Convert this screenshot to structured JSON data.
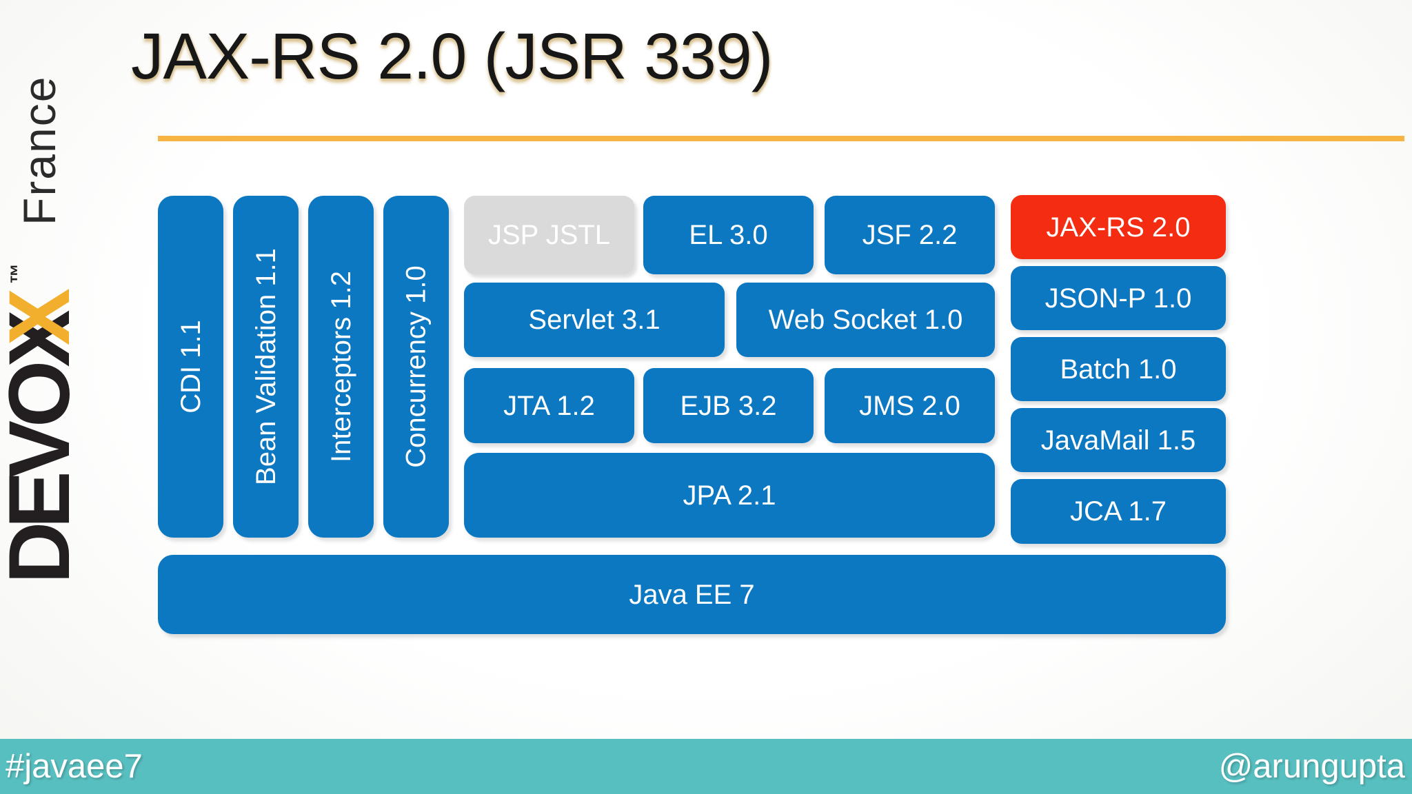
{
  "slide": {
    "title": "JAX-RS 2.0 (JSR 339)",
    "logo": {
      "brand_prefix": "DEVO",
      "brand_x_black": "X",
      "brand_x_yellow": "X",
      "trademark": "™",
      "region": "France"
    },
    "footer": {
      "hashtag": "#javaee7",
      "handle": "@arungupta"
    },
    "colors": {
      "box_blue": "#0d78c2",
      "highlight_red": "#f42c11",
      "muted_gray": "#dadada",
      "gold_rule": "#f6b445",
      "footer_teal": "#58bfc0",
      "logo_yellow": "#f2af2e"
    }
  },
  "diagram": {
    "pillars": [
      {
        "label": "CDI 1.1"
      },
      {
        "label": "Bean Validation 1.1"
      },
      {
        "label": "Interceptors 1.2"
      },
      {
        "label": "Concurrency 1.0"
      }
    ],
    "web_row": [
      {
        "label": "JSP JSTL",
        "style": "gray"
      },
      {
        "label": "EL 3.0",
        "style": "blue"
      },
      {
        "label": "JSF 2.2",
        "style": "blue"
      }
    ],
    "mid_row": [
      {
        "label": "Servlet 3.1"
      },
      {
        "label": "Web Socket 1.0"
      }
    ],
    "biz_row": [
      {
        "label": "JTA 1.2"
      },
      {
        "label": "EJB 3.2"
      },
      {
        "label": "JMS 2.0"
      }
    ],
    "jpa": {
      "label": "JPA 2.1"
    },
    "right_column": [
      {
        "label": "JAX-RS 2.0",
        "style": "red"
      },
      {
        "label": "JSON-P 1.0",
        "style": "blue"
      },
      {
        "label": "Batch 1.0",
        "style": "blue"
      },
      {
        "label": "JavaMail 1.5",
        "style": "blue"
      },
      {
        "label": "JCA 1.7",
        "style": "blue"
      }
    ],
    "base": {
      "label": "Java EE 7"
    }
  }
}
